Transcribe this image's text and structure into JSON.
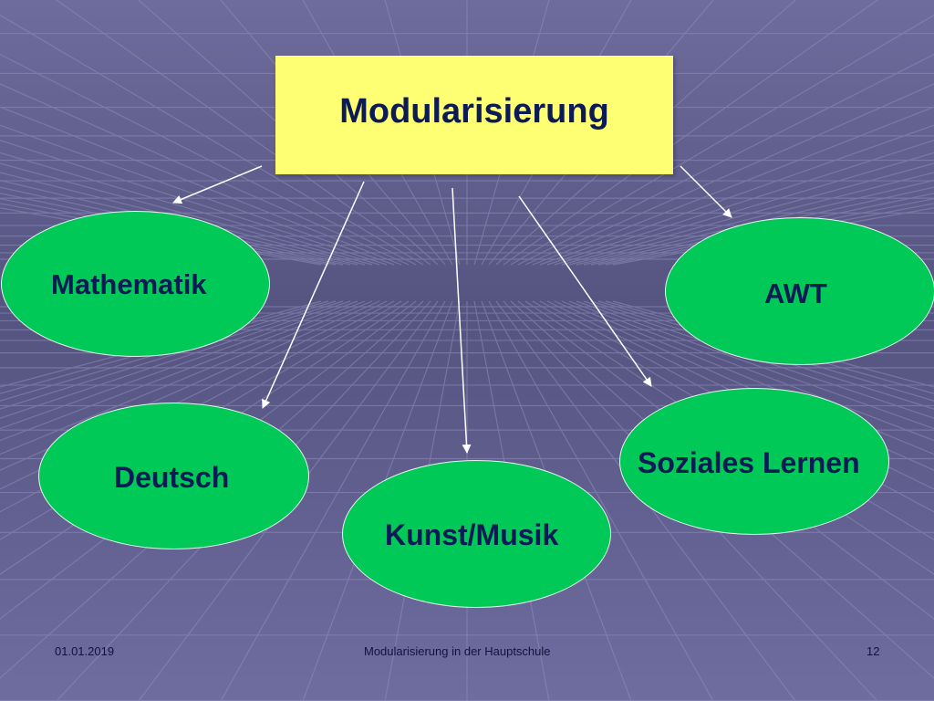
{
  "diagram": {
    "title": "Modularisierung",
    "nodes": [
      {
        "id": "mathematik",
        "label": "Mathematik"
      },
      {
        "id": "awt",
        "label": "AWT"
      },
      {
        "id": "deutsch",
        "label": "Deutsch"
      },
      {
        "id": "kunst",
        "label": "Kunst/Musik"
      },
      {
        "id": "soziales",
        "label": "Soziales Lernen"
      }
    ],
    "edges": [
      {
        "from": "title",
        "to": "mathematik"
      },
      {
        "from": "title",
        "to": "deutsch"
      },
      {
        "from": "title",
        "to": "kunst"
      },
      {
        "from": "title",
        "to": "soziales"
      },
      {
        "from": "title",
        "to": "awt"
      }
    ]
  },
  "colors": {
    "background": "#5f5d8f",
    "title_box": "#ffff73",
    "ellipse_fill": "#00c957",
    "text": "#0c1a55",
    "arrow": "#ffffff"
  },
  "footer": {
    "date": "01.01.2019",
    "center": "Modularisierung in der Hauptschule",
    "page": "12"
  }
}
